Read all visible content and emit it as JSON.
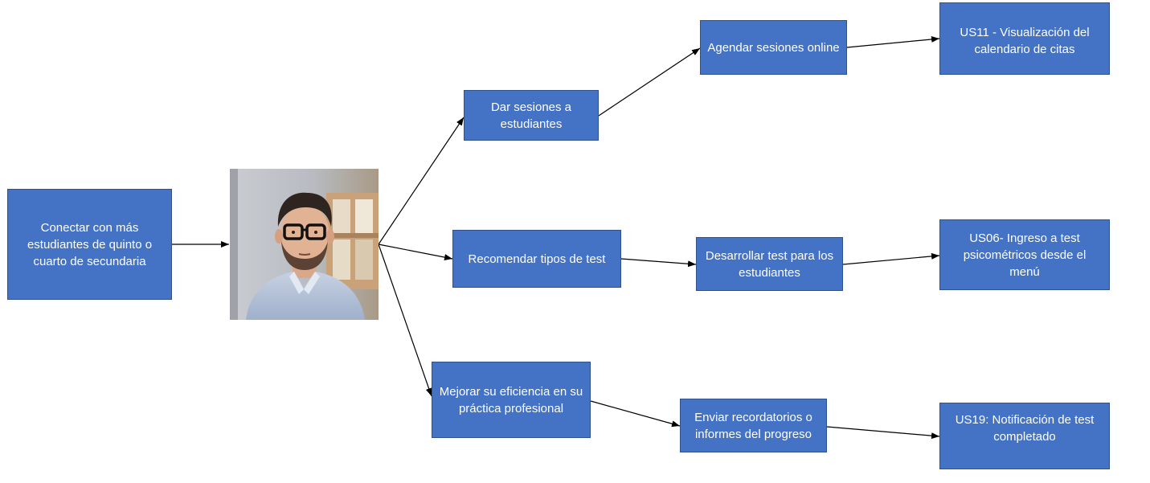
{
  "nodes": {
    "goal": "Conectar con más estudiantes de quinto o cuarto de secundaria",
    "dar_sesiones": "Dar sesiones a estudiantes",
    "recomendar": "Recomendar tipos de test",
    "mejorar": "Mejorar su eficiencia en su práctica profesional",
    "agendar": "Agendar sesiones online",
    "desarrollar": "Desarrollar test para los estudiantes",
    "enviar": "Enviar recordatorios o informes del progreso",
    "us11": "US11 - Visualización del calendario de citas",
    "us06": "US06- Ingreso a test psicométricos desde el menú",
    "us19": "US19: Notificación de test completado"
  },
  "colors": {
    "box_fill": "#4472c4",
    "box_border": "#2f528f",
    "text": "#ffffff",
    "arrow": "#000000"
  }
}
